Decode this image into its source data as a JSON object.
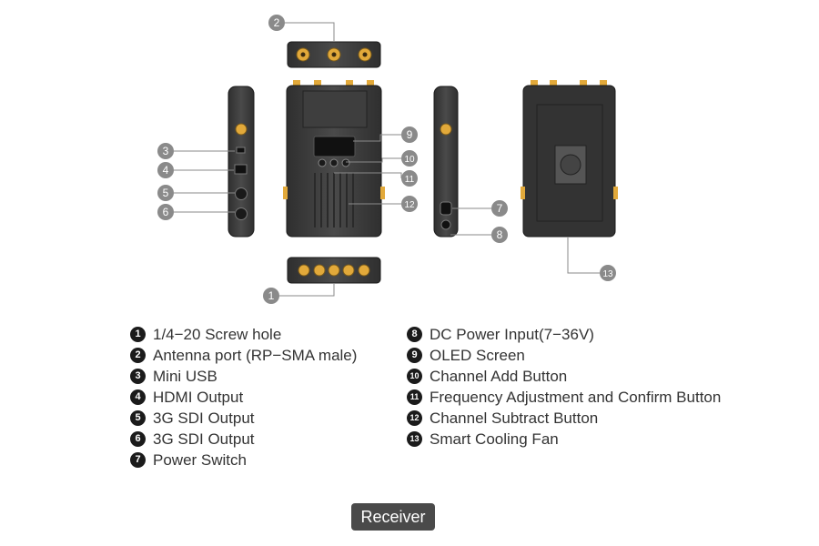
{
  "legend_left": [
    {
      "num": "1",
      "label": "1/4−20 Screw hole"
    },
    {
      "num": "2",
      "label": "Antenna port (RP−SMA male)"
    },
    {
      "num": "3",
      "label": "Mini USB"
    },
    {
      "num": "4",
      "label": "HDMI Output"
    },
    {
      "num": "5",
      "label": "3G SDI Output"
    },
    {
      "num": "6",
      "label": "3G SDI Output"
    },
    {
      "num": "7",
      "label": "Power Switch"
    }
  ],
  "legend_right": [
    {
      "num": "8",
      "label": "DC Power Input(7−36V)"
    },
    {
      "num": "9",
      "label": "OLED Screen"
    },
    {
      "num": "10",
      "label": "Channel Add Button"
    },
    {
      "num": "11",
      "label": "Frequency Adjustment and Confirm Button"
    },
    {
      "num": "12",
      "label": "Channel Subtract Button"
    },
    {
      "num": "13",
      "label": "Smart Cooling Fan"
    }
  ],
  "callouts": [
    "1",
    "2",
    "3",
    "4",
    "5",
    "6",
    "7",
    "8",
    "9",
    "10",
    "11",
    "12",
    "13"
  ],
  "receiver_label": "Receiver",
  "colors": {
    "device": "#3c3c3c",
    "device_dark": "#262626",
    "connector": "#e2a93a",
    "callout": "#8a8a8a",
    "leader": "#8a8a8a"
  }
}
